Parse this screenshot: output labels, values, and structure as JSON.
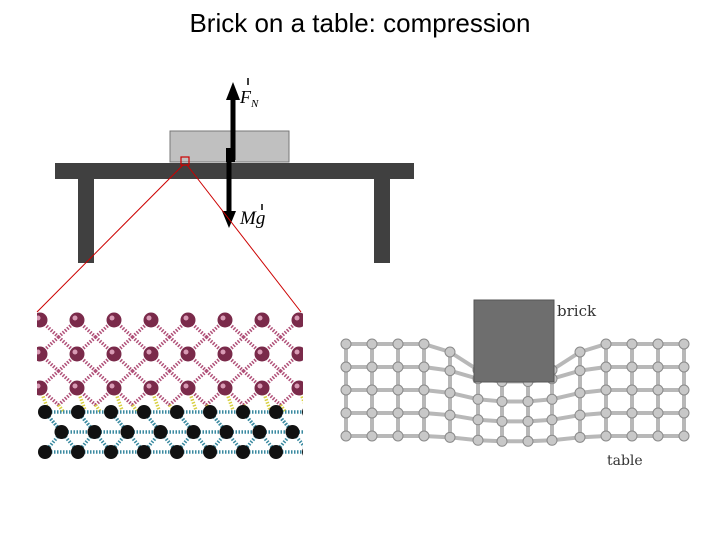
{
  "slide": {
    "title": "Brick on a table: compression"
  },
  "diagram": {
    "force_up_label": "F",
    "force_up_subscript": "N",
    "force_down_label": "Mg",
    "lattice_brick_label": "brick",
    "lattice_table_label": "table"
  },
  "colors": {
    "table": "#404040",
    "brick_block": "#c0c0c0",
    "arrow": "#000000",
    "zoom_marker": "#cc0000",
    "brick_atom": "#7a2a4a",
    "brick_spring": "#b05078",
    "interface_spring": "#d8d040",
    "table_atom": "#111111",
    "table_spring": "#3a8aa0",
    "lattice_node": "#c8c8c8",
    "lattice_brick": "#6e6e6e"
  }
}
